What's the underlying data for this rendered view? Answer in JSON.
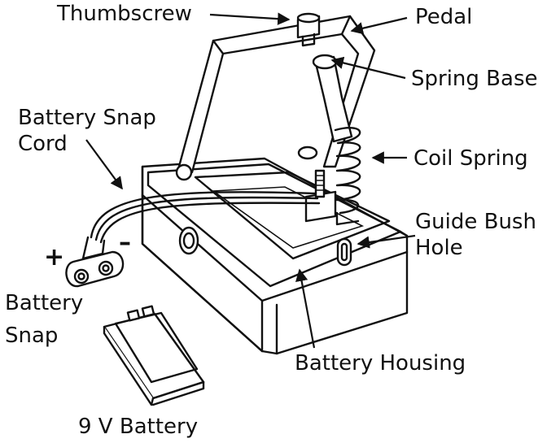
{
  "labels": {
    "thumbscrew": "Thumbscrew",
    "pedal": "Pedal",
    "spring_base": "Spring Base",
    "coil_spring": "Coil Spring",
    "battery_snap_cord_1": "Battery Snap",
    "battery_snap_cord_2": "Cord",
    "guide_bush_hole_1": "Guide Bush",
    "guide_bush_hole_2": "Hole",
    "battery_snap_1": "Battery",
    "battery_snap_2": "Snap",
    "battery_housing": "Battery Housing",
    "nine_volt_battery": "9 V Battery",
    "plus": "+",
    "minus": "–"
  }
}
